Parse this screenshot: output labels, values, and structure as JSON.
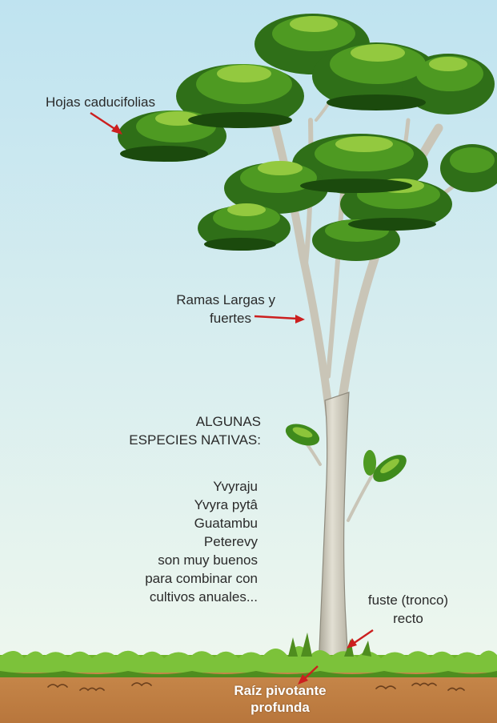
{
  "labels": {
    "leaves": "Hojas caducifolias",
    "branches": [
      "Ramas Largas y",
      "fuertes"
    ],
    "species_heading": [
      "ALGUNAS",
      "ESPECIES NATIVAS:"
    ],
    "species_list": [
      "Yvyraju",
      "Yvyra pytâ",
      "Guatambu",
      "Peterevy",
      "son muy buenos",
      "para combinar con",
      "cultivos anuales..."
    ],
    "trunk": [
      "fuste (tronco)",
      "recto"
    ],
    "root": [
      "Raíz pivotante",
      "profunda"
    ]
  },
  "colors": {
    "sky_top": "#bfe3f0",
    "sky_bottom": "#e9f5f0",
    "foliage_dark": "#1f5a12",
    "foliage_mid": "#3f8a1c",
    "foliage_light": "#8cc43a",
    "trunk": "#d6d2c4",
    "grass": "#6fb52a",
    "soil": "#c8874a",
    "arrow": "#cc1f1f"
  }
}
